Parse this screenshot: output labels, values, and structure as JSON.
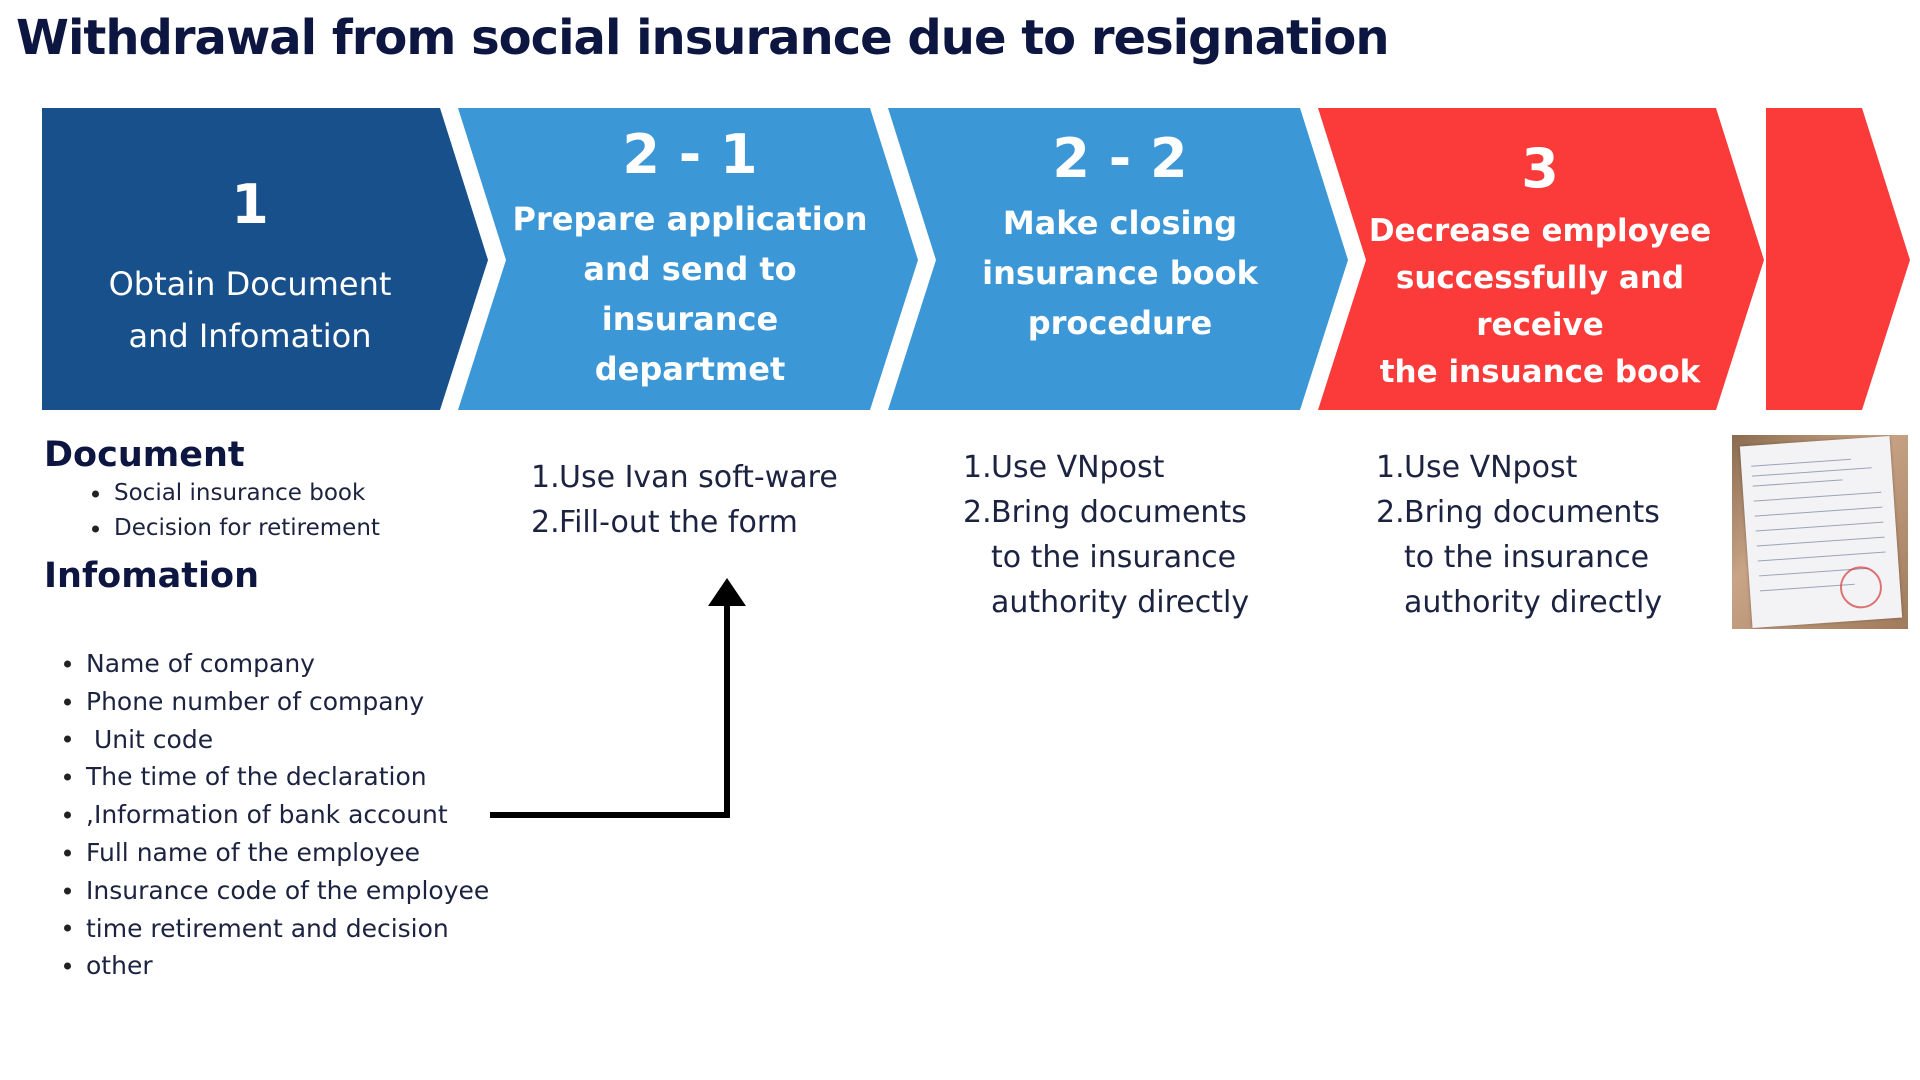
{
  "title": "Withdrawal from social insurance due to resignation",
  "colors": {
    "step1": "#17508a",
    "step2": "#3b97d6",
    "step3": "#fb3a3a",
    "text_dark": "#0d1640"
  },
  "steps": [
    {
      "number": "1",
      "label_lines": [
        "Obtain Document",
        "and Infomation"
      ]
    },
    {
      "number": "2 - 1",
      "label_lines": [
        "Prepare application",
        "and send to",
        "insurance",
        "departmet"
      ]
    },
    {
      "number": "2 - 2",
      "label_lines": [
        "Make closing",
        "insurance book",
        "procedure"
      ]
    },
    {
      "number": "3",
      "label_lines": [
        "Decrease employee",
        "successfully and receive",
        "the insuance book"
      ]
    }
  ],
  "document": {
    "heading": "Document",
    "items": [
      "Social insurance book",
      "Decision for retirement"
    ]
  },
  "information": {
    "heading": "Infomation",
    "items": [
      "Name of company",
      "Phone number of company",
      " Unit code",
      "The time of the declaration",
      ",Information of bank account",
      "Full name of the employee",
      "Insurance code of the employee",
      "time retirement and decision",
      "other"
    ]
  },
  "step21_actions": [
    {
      "num": "1.",
      "lines": [
        "Use Ivan soft-ware"
      ]
    },
    {
      "num": "2.",
      "lines": [
        "Fill-out the form"
      ]
    }
  ],
  "step22_actions": [
    {
      "num": "1.",
      "lines": [
        "Use VNpost"
      ]
    },
    {
      "num": "2.",
      "lines": [
        "Bring documents",
        "to the insurance",
        "authority directly"
      ]
    }
  ],
  "step3_actions": [
    {
      "num": "1.",
      "lines": [
        "Use VNpost"
      ]
    },
    {
      "num": "2.",
      "lines": [
        "Bring documents",
        "to the insurance",
        "authority directly"
      ]
    }
  ]
}
